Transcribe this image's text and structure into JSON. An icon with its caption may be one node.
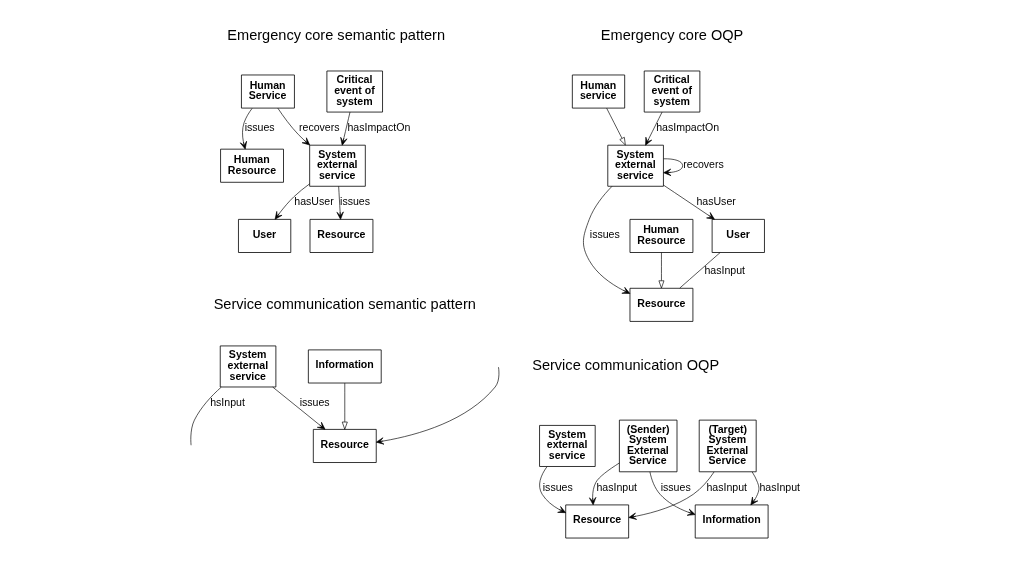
{
  "diagram": {
    "nodes": [
      {
        "text": [
          "Critical event of system"
        ]
      },
      {
        "text": [
          "Human Service"
        ]
      },
      {
        "text": [
          "System external service"
        ]
      },
      {
        "text": [
          "User"
        ]
      },
      {
        "text": [
          "Human Resource"
        ]
      },
      {
        "text": [
          "Resource"
        ]
      },
      {
        "text": [
          "Critical event of system"
        ]
      },
      {
        "text": [
          "Human service"
        ]
      },
      {
        "text": [
          "System external service"
        ]
      },
      {
        "text": [
          "User"
        ]
      },
      {
        "text": [
          "Human Resource"
        ]
      },
      {
        "text": [
          "Resource"
        ]
      },
      {
        "text": [
          "Information"
        ]
      },
      {
        "text": [
          "System external service"
        ]
      },
      {
        "text": [
          "Resource"
        ]
      },
      {
        "text": [
          "System external service"
        ]
      },
      {
        "text": [
          "Resource"
        ]
      },
      {
        "text": [
          "(Sender) System External Service"
        ]
      },
      {
        "text": [
          "Information"
        ]
      },
      {
        "text": [
          "(Target) System External Service"
        ]
      }
    ],
    "edges": [
      {
        "from": 0,
        "to": 2,
        "arrow": "to",
        "label": "hasImpactOn"
      },
      {
        "from": 1,
        "to": 2,
        "arrow": "to",
        "label": "recovers"
      },
      {
        "from": 2,
        "to": 3,
        "arrow": "to",
        "label": "hasUser"
      },
      {
        "from": 2,
        "to": 5,
        "arrow": "to",
        "label": "issues"
      },
      {
        "from": 1,
        "to": 4,
        "arrow": "to",
        "label": "issues"
      },
      {
        "from": 6,
        "to": 8,
        "arrow": "to",
        "label": "hasImpactOn"
      },
      {
        "from": 8,
        "to": 8,
        "arrow": "to",
        "label": "recovers"
      },
      {
        "from": 7,
        "to": 8,
        "arrow": "to"
      },
      {
        "from": 8,
        "to": 9,
        "arrow": "to",
        "label": "hasUser"
      },
      {
        "from": 8,
        "to": 11,
        "arrow": "to",
        "label": "issues"
      },
      {
        "from": 10,
        "to": 11,
        "arrow": "to"
      },
      {
        "from": 9,
        "to": 11,
        "arrow": "none",
        "label": "hasInput"
      },
      {
        "from": 12,
        "to": 14,
        "arrow": "to"
      },
      {
        "from": 13,
        "to": 14,
        "arrow": "to",
        "label": "issues"
      },
      {
        "from": 13,
        "to": null,
        "arrow": "none",
        "label": "hsInput"
      },
      {
        "from": null,
        "to": 14,
        "arrow": "to"
      },
      {
        "from": 15,
        "to": 16,
        "arrow": "to",
        "label": "issues"
      },
      {
        "from": 17,
        "to": 16,
        "arrow": "to",
        "label": "hasInput"
      },
      {
        "from": 19,
        "to": 16,
        "arrow": "to",
        "label": "hasInput"
      },
      {
        "from": 17,
        "to": 18,
        "arrow": "to",
        "label": "issues"
      },
      {
        "from": 19,
        "to": 18,
        "arrow": "to",
        "label": "hasInput"
      }
    ],
    "labels": [
      "Emergency core semantic pattern",
      "Emergency core OQP",
      "Service communication semantic pattern",
      "Service communication OQP"
    ]
  }
}
